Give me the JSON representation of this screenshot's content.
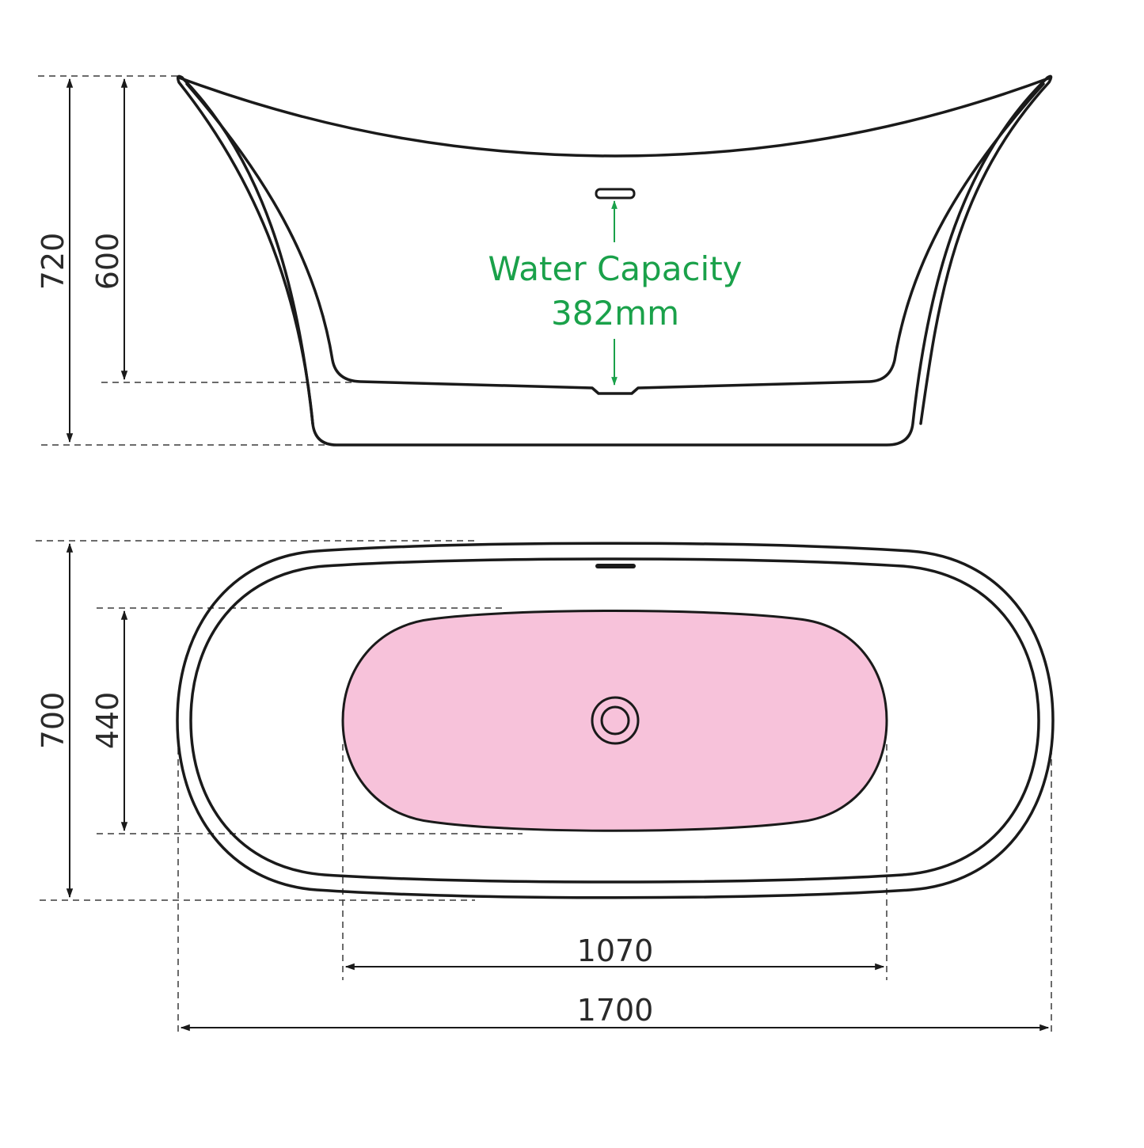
{
  "diagram": {
    "water_capacity": {
      "label": "Water Capacity",
      "value": "382mm",
      "color": "#1aa14a"
    },
    "side_view": {
      "overall_height": "720",
      "inner_height": "600"
    },
    "top_view": {
      "overall_width": "700",
      "inner_width": "440",
      "inner_length": "1070",
      "overall_length": "1700",
      "basin_fill_color": "#f7c2da"
    },
    "line_color": "#1a1a1a"
  }
}
